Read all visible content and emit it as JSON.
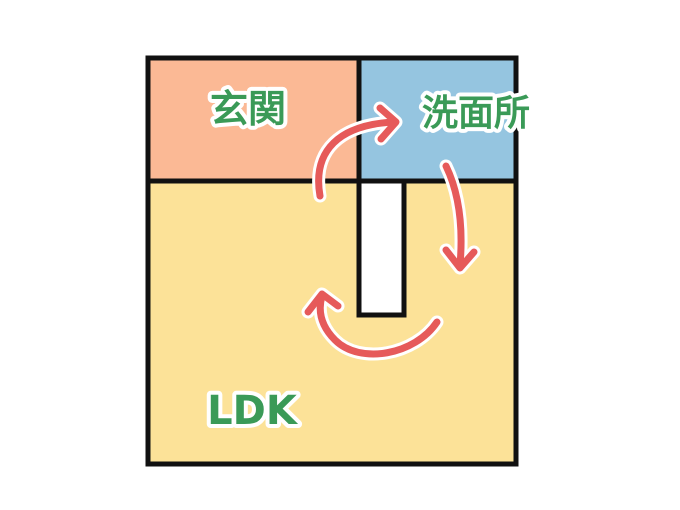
{
  "diagram": {
    "type": "floor-plan-circulation",
    "background_color": "#ffffff",
    "outline_color": "#111111",
    "label_color": "#3a9a57",
    "arrow_color": "#e65a5a",
    "rooms": [
      {
        "id": "genkan",
        "label": "玄関",
        "color": "#fbb995"
      },
      {
        "id": "senmenjo",
        "label": "洗面所",
        "color": "#95c5e0"
      },
      {
        "id": "ldk",
        "label": "LDK",
        "color": "#fce298"
      }
    ],
    "pillar": {
      "label": "",
      "color": "#ffffff"
    },
    "arrows": [
      {
        "from": "ldk",
        "to": "senmenjo",
        "via": "genkan",
        "shape": "curve-up-right"
      },
      {
        "from": "senmenjo",
        "to": "ldk",
        "shape": "curve-down"
      },
      {
        "from": "ldk",
        "to": "ldk",
        "shape": "curve-around-pillar-bottom"
      }
    ]
  }
}
